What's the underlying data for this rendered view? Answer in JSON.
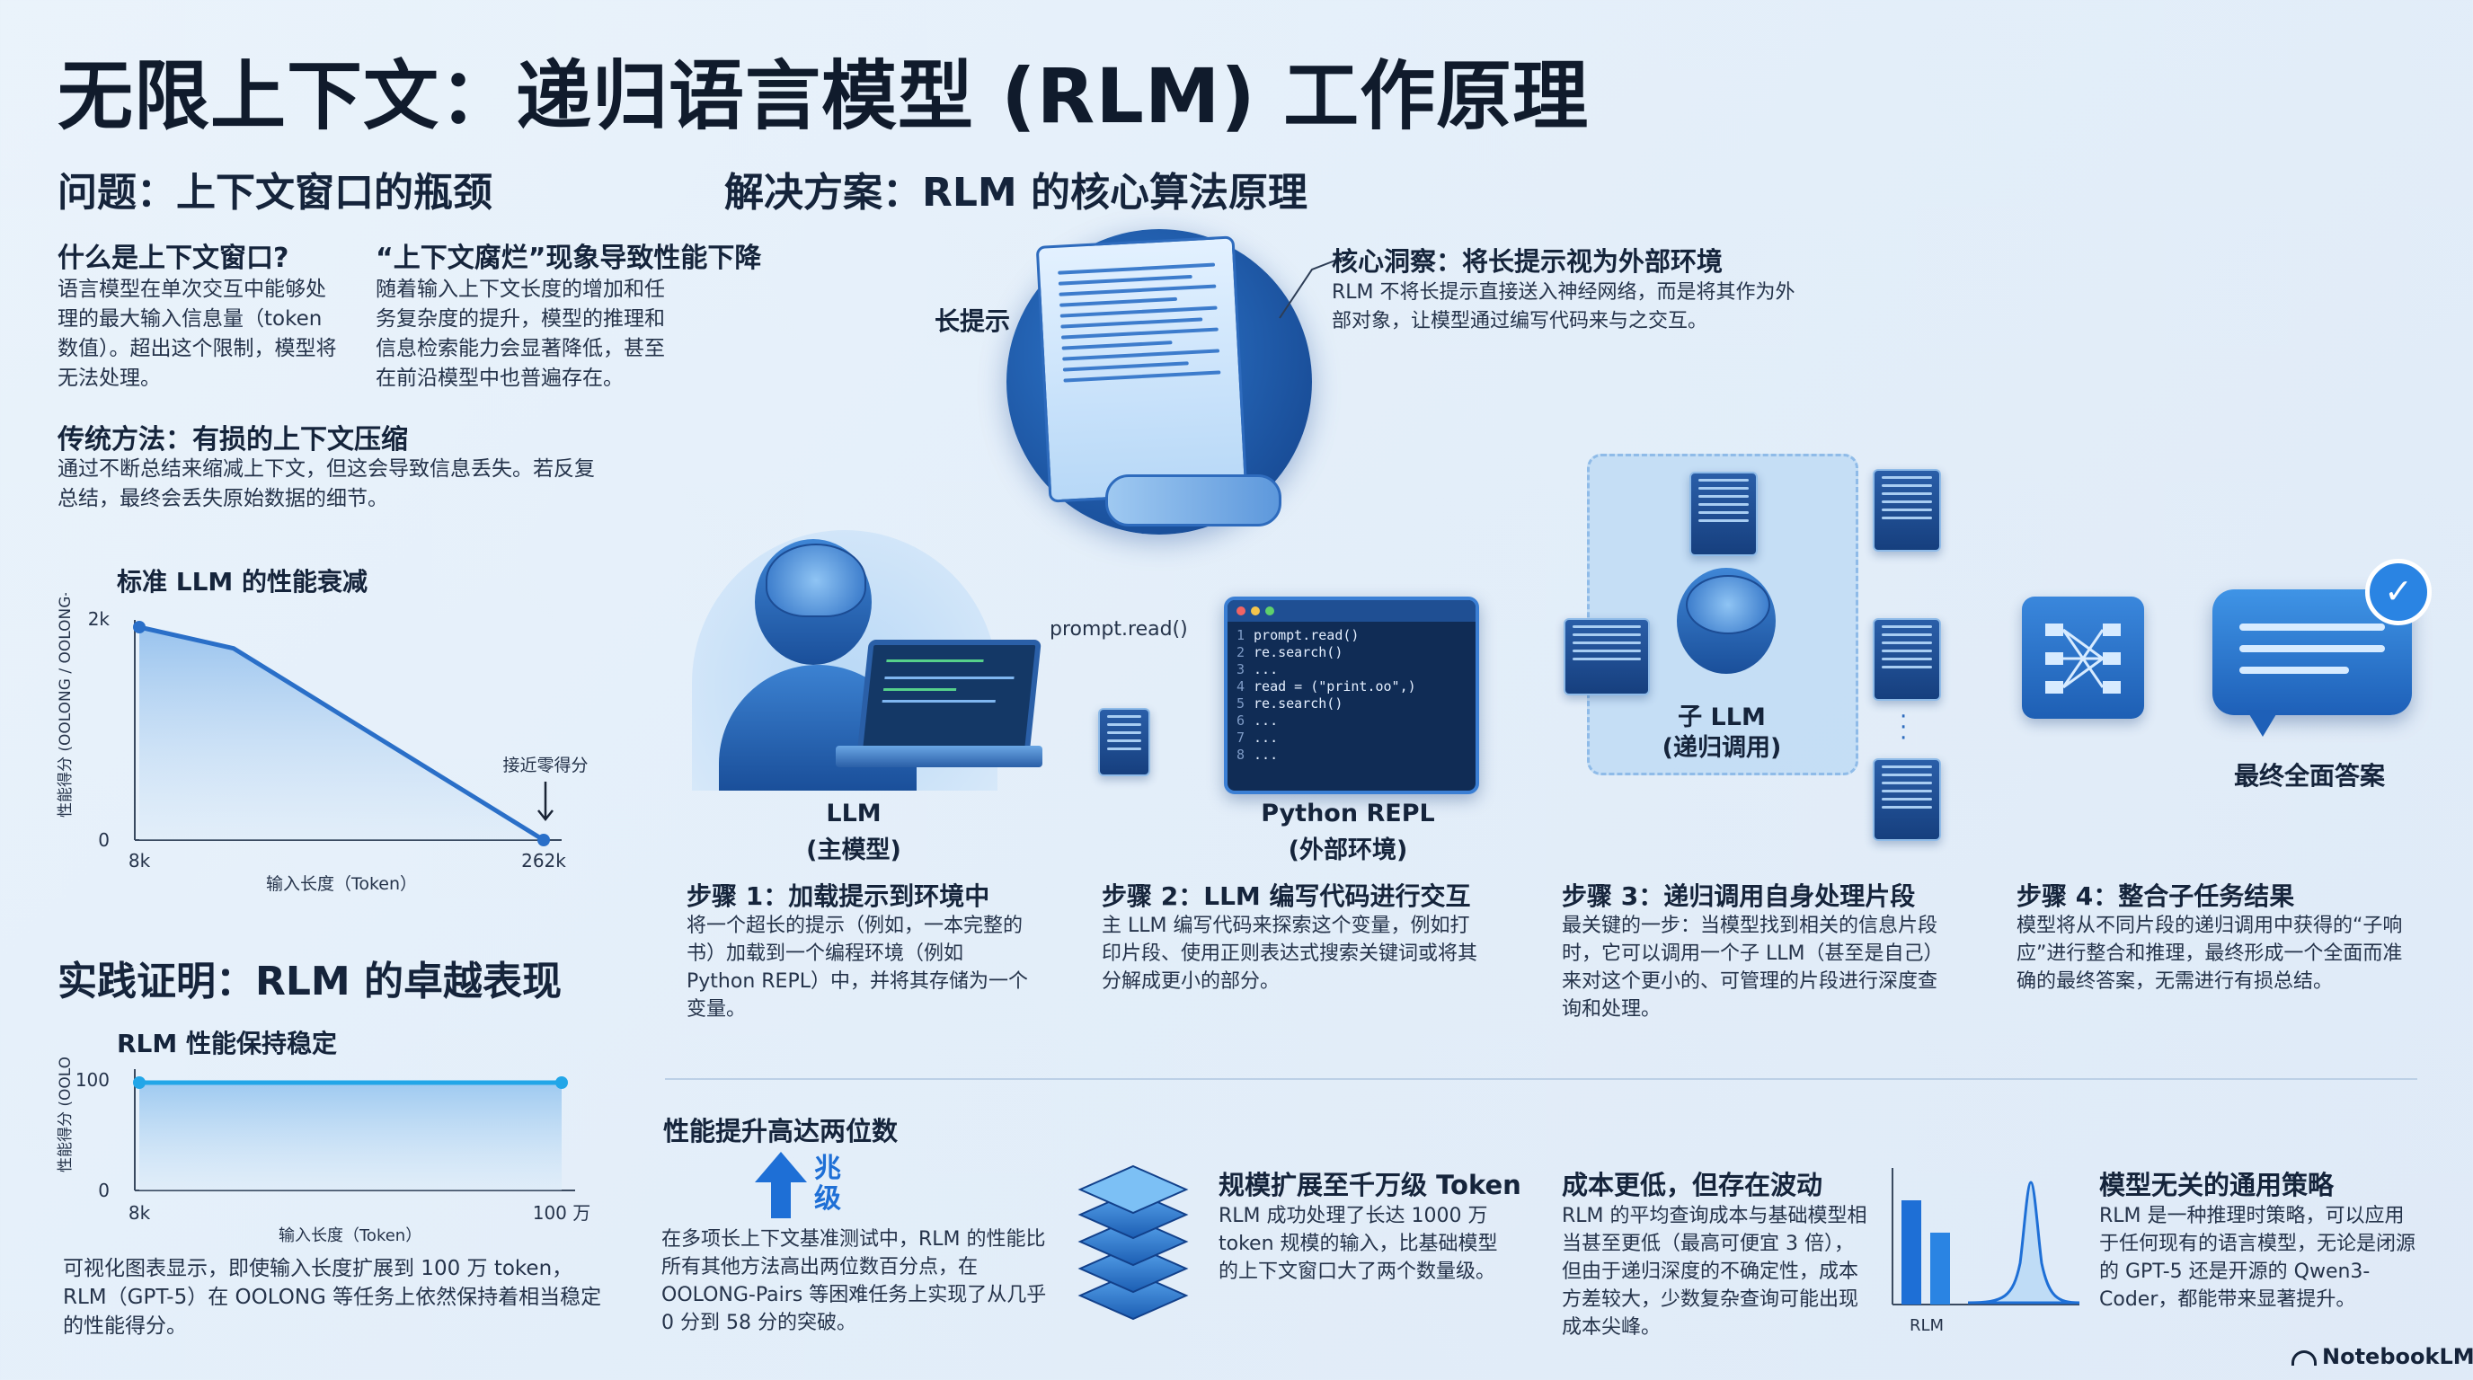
{
  "title": "无限上下文：递归语言模型 (RLM) 工作原理",
  "problem": {
    "heading": "问题：上下文窗口的瓶颈",
    "context_window": {
      "title": "什么是上下文窗口?",
      "text": "语言模型在单次交互中能够处理的最大输入信息量（token 数值）。超出这个限制，模型将无法处理。"
    },
    "context_rot": {
      "title": "“上下文腐烂”现象导致性能下降",
      "text": "随着输入上下文长度的增加和任务复杂度的提升，模型的推理和信息检索能力会显著降低，甚至在前沿模型中也普遍存在。"
    },
    "traditional": {
      "title": "传统方法：有损的上下文压缩",
      "text": "通过不断总结来缩减上下文，但这会导致信息丢失。若反复总结，最终会丢失原始数据的细节。"
    }
  },
  "chart1": {
    "title": "标准 LLM 的性能衰减",
    "ylabel": "性能得分 (OOLONG / OOLONG-Pairs)",
    "xlabel": "输入长度（Token）",
    "xticks": [
      "8k",
      "262k"
    ],
    "yticks": [
      "2k",
      "0"
    ],
    "annotation": "接近零得分"
  },
  "proof": {
    "heading": "实践证明：RLM 的卓越表现",
    "caption": "可视化图表显示，即使输入长度扩展到 100 万 token，RLM（GPT-5）在 OOLONG 等任务上依然保持着相当稳定的性能得分。"
  },
  "chart2": {
    "title": "RLM 性能保持稳定",
    "ylabel": "性能得分 (OOLONG)",
    "xlabel": "输入长度（Token）",
    "xticks": [
      "8k",
      "100 万"
    ],
    "yticks": [
      "100",
      "0"
    ]
  },
  "solution": {
    "heading": "解决方案：RLM 的核心算法原理",
    "long_prompt": "长提示",
    "insight_title": "核心洞察：将长提示视为外部环境",
    "insight_text": "RLM 不将长提示直接送入神经网络，而是将其作为外部对象，让模型通过编写代码来与之交互。",
    "llm_label": "LLM",
    "llm_sub": "(主模型)",
    "prompt_read": "prompt.read()",
    "repl_label": "Python REPL",
    "repl_sub": "(外部环境)",
    "sub_llm_label": "子 LLM",
    "sub_llm_sub": "(递归调用)",
    "final_label": "最终全面答案"
  },
  "code_lines": [
    {
      "n": "1",
      "t": "prompt.read()"
    },
    {
      "n": "2",
      "t": "re.search()"
    },
    {
      "n": "3",
      "t": "..."
    },
    {
      "n": "4",
      "t": "read = (\"print.oo\",)"
    },
    {
      "n": "5",
      "t": "re.search()"
    },
    {
      "n": "6",
      "t": "..."
    },
    {
      "n": "7",
      "t": "..."
    },
    {
      "n": "8",
      "t": "..."
    }
  ],
  "steps": [
    {
      "title": "步骤 1：加载提示到环境中",
      "text": "将一个超长的提示（例如，一本完整的书）加载到一个编程环境（例如 Python REPL）中，并将其存储为一个变量。"
    },
    {
      "title": "步骤 2：LLM 编写代码进行交互",
      "text": "主 LLM 编写代码来探索这个变量，例如打印片段、使用正则表达式搜索关键词或将其分解成更小的部分。"
    },
    {
      "title": "步骤 3：递归调用自身处理片段",
      "text": "最关键的一步：当模型找到相关的信息片段时，它可以调用一个子 LLM（甚至是自己）来对这个更小的、可管理的片段进行深度查询和处理。"
    },
    {
      "title": "步骤 4：整合子任务结果",
      "text": "模型将从不同片段的递归调用中获得的“子响应”进行整合和推理，最终形成一个全面而准确的最终答案，无需进行有损总结。"
    }
  ],
  "perf": {
    "title": "性能提升高达两位数",
    "badge": "兆级",
    "text": "在多项长上下文基准测试中，RLM 的性能比所有其他方法高出两位数百分点，在 OOLONG-Pairs 等困难任务上实现了从几乎 0 分到 58 分的突破。"
  },
  "scale": {
    "title": "规模扩展至千万级 Token",
    "text": "RLM 成功处理了长达 1000 万 token 规模的输入，比基础模型的上下文窗口大了两个数量级。"
  },
  "cost": {
    "title": "成本更低，但存在波动",
    "text": "RLM 的平均查询成本与基础模型相当甚至更低（最高可便宜 3 倍），但由于递归深度的不确定性，成本方差较大，少数复杂查询可能出现成本尖峰。",
    "chart_label": "RLM"
  },
  "agnostic": {
    "title": "模型无关的通用策略",
    "text": "RLM 是一种推理时策略，可以应用于任何现有的语言模型，无论是闭源的 GPT-5 还是开源的 Qwen3-Coder，都能带来显著提升。"
  },
  "footer": {
    "brand": "NotebookLM"
  },
  "colors": {
    "accent": "#1e6fd6",
    "deep": "#163f7e",
    "bg": "#e6f0fa"
  },
  "chart_data": [
    {
      "type": "area",
      "title": "标准 LLM 的性能衰减",
      "xlabel": "输入长度（Token）",
      "ylabel": "性能得分 (OOLONG / OOLONG-Pairs)",
      "x": [
        "8k",
        "65k",
        "262k"
      ],
      "series": [
        {
          "values": [
            2000,
            1800,
            0
          ]
        }
      ],
      "ylim": [
        0,
        2000
      ]
    },
    {
      "type": "area",
      "title": "RLM 性能保持稳定",
      "xlabel": "输入长度（Token）",
      "ylabel": "性能得分 (OOLONG)",
      "x": [
        "8k",
        "100 万"
      ],
      "series": [
        {
          "values": [
            100,
            100
          ]
        }
      ],
      "ylim": [
        0,
        100
      ]
    }
  ]
}
